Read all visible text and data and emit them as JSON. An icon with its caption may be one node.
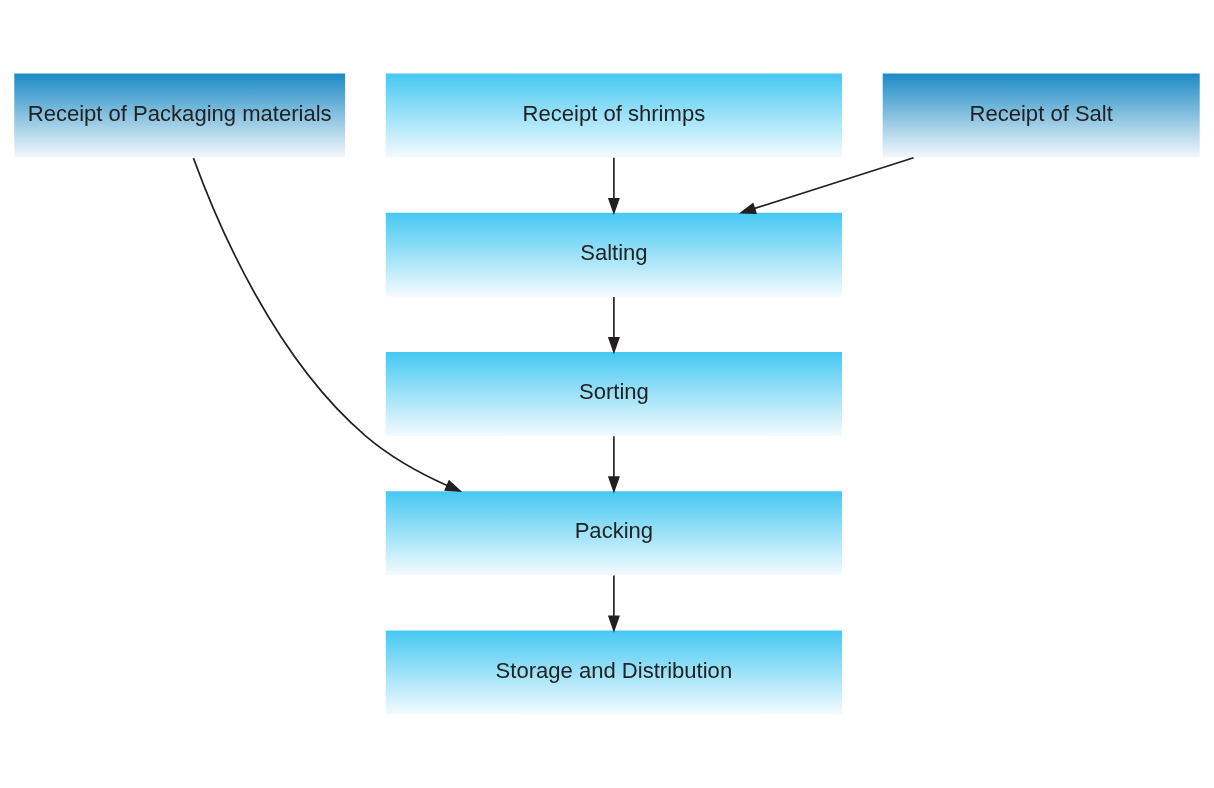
{
  "diagram": {
    "nodes": [
      {
        "text": [
          "Receipt of Packaging materials"
        ]
      },
      {
        "text": [
          "Receipt of shrimps"
        ]
      },
      {
        "text": [
          "Receipt of Salt"
        ]
      },
      {
        "text": [
          "Salting"
        ]
      },
      {
        "text": [
          "Sorting"
        ]
      },
      {
        "text": [
          "Packing"
        ]
      },
      {
        "text": [
          "Storage and Distribution"
        ]
      }
    ],
    "edges": [
      {
        "from": 1,
        "to": 3,
        "arrow": "to"
      },
      {
        "from": 2,
        "to": 3,
        "arrow": "to"
      },
      {
        "from": 3,
        "to": 4,
        "arrow": "to"
      },
      {
        "from": 4,
        "to": 5,
        "arrow": "to"
      },
      {
        "from": 0,
        "to": 5,
        "arrow": "to"
      },
      {
        "from": 5,
        "to": 6,
        "arrow": "to"
      }
    ]
  }
}
